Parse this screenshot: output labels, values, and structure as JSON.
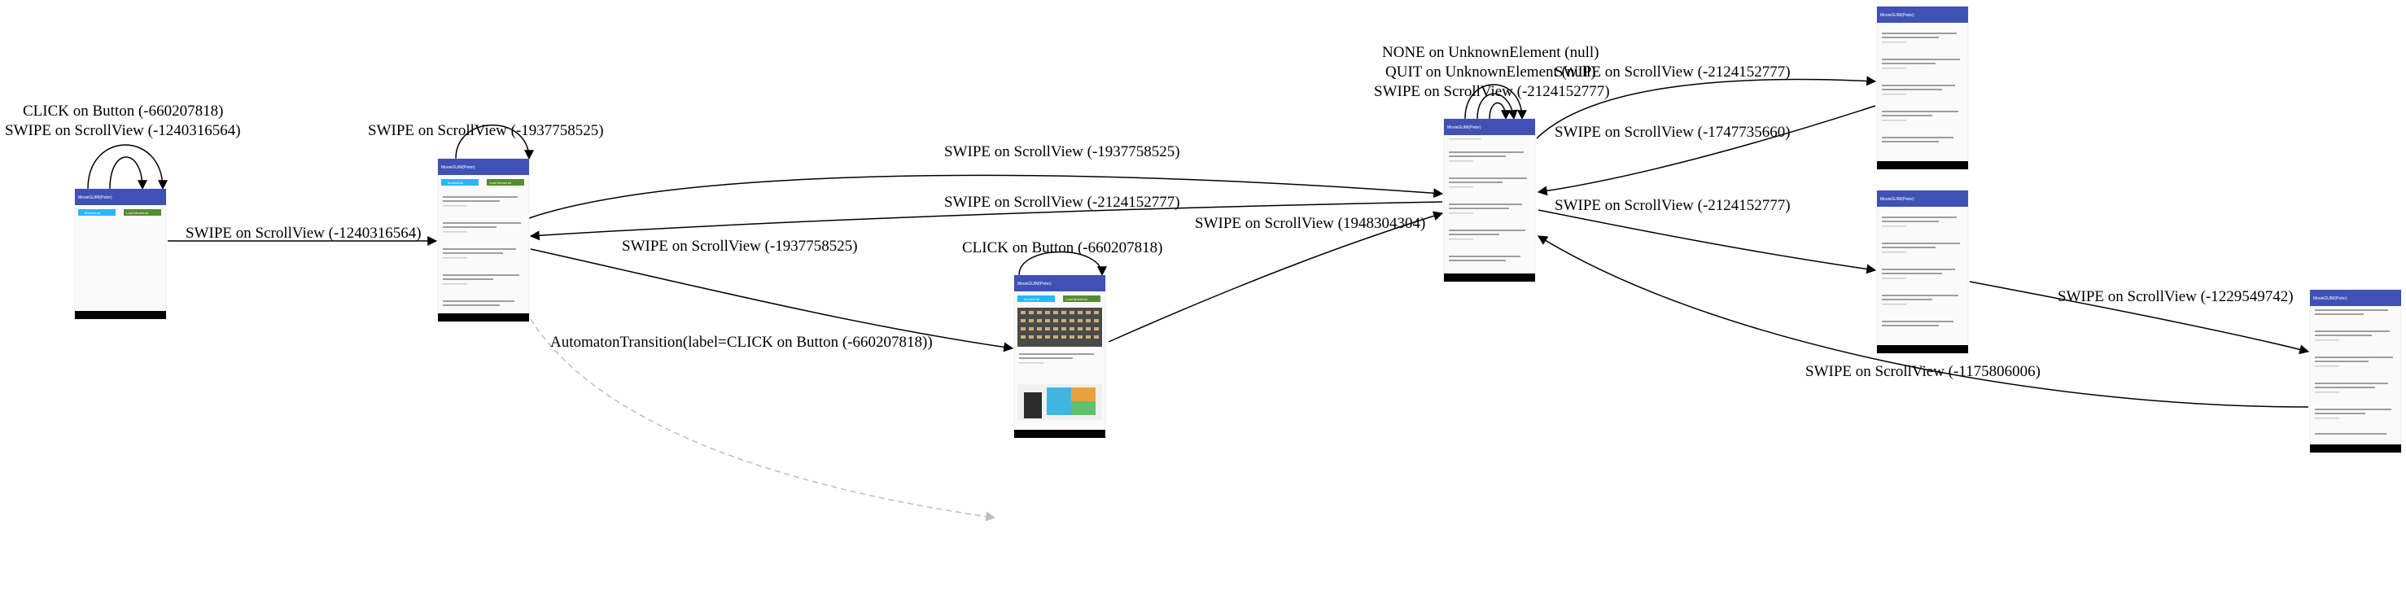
{
  "colors": {
    "appbar": "#3f51b5",
    "btn_primary": "#29b6f6",
    "btn_secondary": "#558b2f",
    "screen_bg": "#fafafa",
    "navbar": "#000000",
    "edge": "#000000",
    "edge_dashed": "#bdbdbd"
  },
  "screen": {
    "app_title": "MovieGUIM(Peter)",
    "button_left": "MoviesList",
    "button_right": "Load MovieList"
  },
  "edges": {
    "s0_self_click": "CLICK on Button (-660207818)",
    "s0_self_swipe": "SWIPE on ScrollView (-1240316564)",
    "s0_to_s1": "SWIPE on ScrollView (-1240316564)",
    "s1_self_swipe": "SWIPE on ScrollView (-1937758525)",
    "s1_to_s3": "SWIPE on ScrollView (-1937758525)",
    "s3_to_s1": "SWIPE on ScrollView (-2124152777)",
    "s1_to_s2": "SWIPE on ScrollView (-1937758525)",
    "s1_dashed": "AutomatonTransition(label=CLICK on Button (-660207818))",
    "s2_self_click": "CLICK on Button (-660207818)",
    "s2_to_s3": "SWIPE on ScrollView (1948304304)",
    "s3_self_none": "NONE on UnknownElement (null)",
    "s3_self_quit": "QUIT on UnknownElement (null)",
    "s3_self_swipe": "SWIPE on ScrollView (-2124152777)",
    "s3_to_s4": "SWIPE on ScrollView (-2124152777)",
    "s4_to_s3": "SWIPE on ScrollView (-1747735660)",
    "s3_to_s5": "SWIPE on ScrollView (-2124152777)",
    "s5_to_s6": "SWIPE on ScrollView (-1229549742)",
    "s6_to_s3": "SWIPE on ScrollView (-1175806006)"
  }
}
